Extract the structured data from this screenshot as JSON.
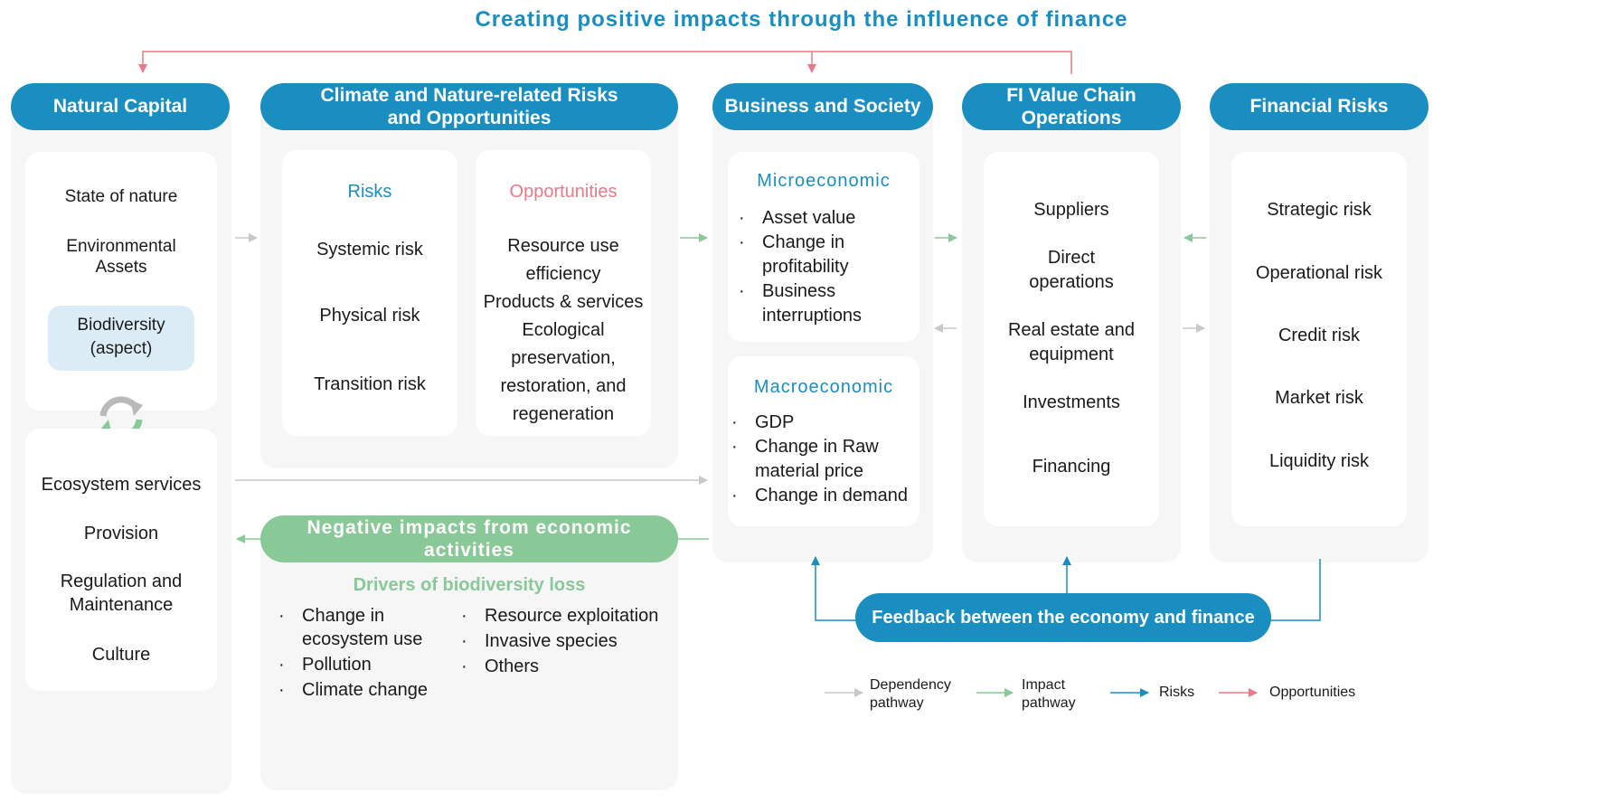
{
  "title": "Creating positive impacts through the influence of finance",
  "natural_capital": {
    "header": "Natural Capital",
    "top_items": [
      "State of nature",
      "Environmental\nAssets"
    ],
    "highlight": "Biodiversity\n(aspect)",
    "bottom_items": [
      "Ecosystem services",
      "Provision",
      "Regulation and\nMaintenance",
      "Culture"
    ]
  },
  "climate": {
    "header": "Climate and Nature-related Risks\nand Opportunities",
    "risks_title": "Risks",
    "risks": [
      "Systemic risk",
      "Physical risk",
      "Transition risk"
    ],
    "opportunities_title": "Opportunities",
    "opportunities": "Resource use\nefficiency\nProducts & services\nEcological\npreservation,\nrestoration, and\nregeneration"
  },
  "negative": {
    "header": "Negative impacts from economic activities",
    "drivers_title": "Drivers of biodiversity loss",
    "left_list": [
      "Change in\necosystem use",
      "Pollution",
      "Climate change"
    ],
    "right_list": [
      "Resource exploitation",
      "Invasive species",
      "Others"
    ]
  },
  "business": {
    "header": "Business and Society",
    "micro_title": "Microeconomic",
    "micro_list": [
      "Asset value",
      "Change in\nprofitability",
      "Business\ninterruptions"
    ],
    "macro_title": "Macroeconomic",
    "macro_list": [
      "GDP",
      "Change in Raw\nmaterial price",
      "Change in demand"
    ]
  },
  "fi_value_chain": {
    "header": "FI Value Chain\nOperations",
    "items": [
      "Suppliers",
      "Direct\noperations",
      "Real estate and\nequipment",
      "Investments",
      "Financing"
    ]
  },
  "financial_risks": {
    "header": "Financial Risks",
    "items": [
      "Strategic risk",
      "Operational risk",
      "Credit risk",
      "Market risk",
      "Liquidity risk"
    ]
  },
  "feedback": "Feedback between the economy and finance",
  "legend": {
    "dependency": "Dependency\npathway",
    "impact": "Impact\npathway",
    "risks": "Risks",
    "opportunities": "Opportunities"
  },
  "colors": {
    "blue": "#1a8ec0",
    "green": "#88c997",
    "gray": "#c8c8c8",
    "red": "#e87a87"
  }
}
